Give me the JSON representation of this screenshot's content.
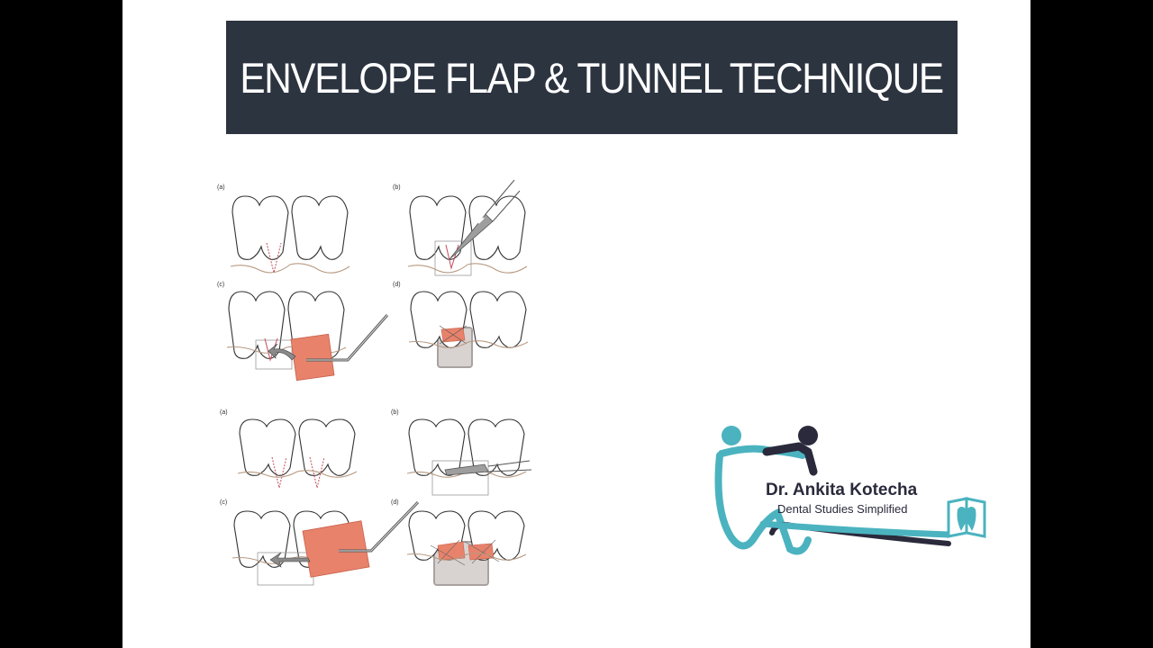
{
  "title": "ENVELOPE FLAP & TUNNEL TECHNIQUE",
  "figure_top": {
    "panels": [
      "(a)",
      "(b)",
      "(c)",
      "(d)"
    ]
  },
  "figure_bottom": {
    "panels": [
      "(a)",
      "(b)",
      "(c)",
      "(d)"
    ]
  },
  "logo": {
    "name": "Dr. Ankita Kotecha",
    "tagline": "Dental Studies Simplified"
  },
  "colors": {
    "title_bar": "#2c3440",
    "graft": "#e8826b",
    "logo_teal": "#4bb3bf",
    "logo_navy": "#2a2a3c"
  }
}
